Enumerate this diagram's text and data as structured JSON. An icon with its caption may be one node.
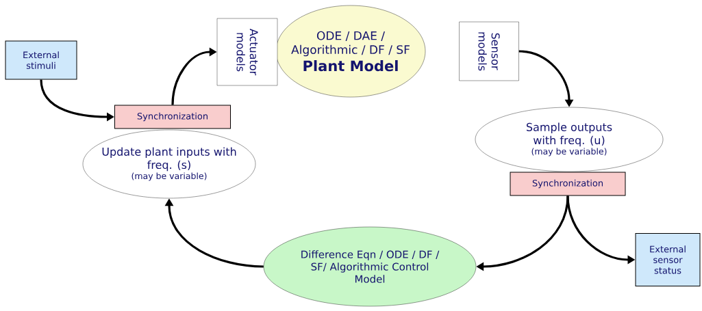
{
  "diagram": {
    "nodes": [
      {
        "text": [
          "External stimuli"
        ]
      },
      {
        "text": [
          "Actuator models"
        ]
      },
      {
        "text": [
          "ODE / DAE / Algorithmic / DF / SF",
          "Plant Model"
        ]
      },
      {
        "text": [
          "Sensor models"
        ]
      },
      {
        "text": [
          "Update plant inputs with freq. (s)",
          "(may be variable)"
        ]
      },
      {
        "text": [
          "Synchronization"
        ]
      },
      {
        "text": [
          "Sample outputs with freq. (u)",
          "(may be variable)"
        ]
      },
      {
        "text": [
          "Synchronization"
        ]
      },
      {
        "text": [
          "Difference Eqn / ODE / DF / SF/ Algorithmic Control Model"
        ]
      },
      {
        "text": [
          "External sensor status"
        ]
      }
    ],
    "edges": [
      {
        "from": 0,
        "to": 5,
        "arrow": "to"
      },
      {
        "from": 5,
        "to": 1,
        "arrow": "to"
      },
      {
        "from": 3,
        "to": 6,
        "arrow": "to"
      },
      {
        "from": 7,
        "to": 8,
        "arrow": "to"
      },
      {
        "from": 7,
        "to": 9,
        "arrow": "to"
      },
      {
        "from": 8,
        "to": 4,
        "arrow": "to"
      }
    ]
  }
}
